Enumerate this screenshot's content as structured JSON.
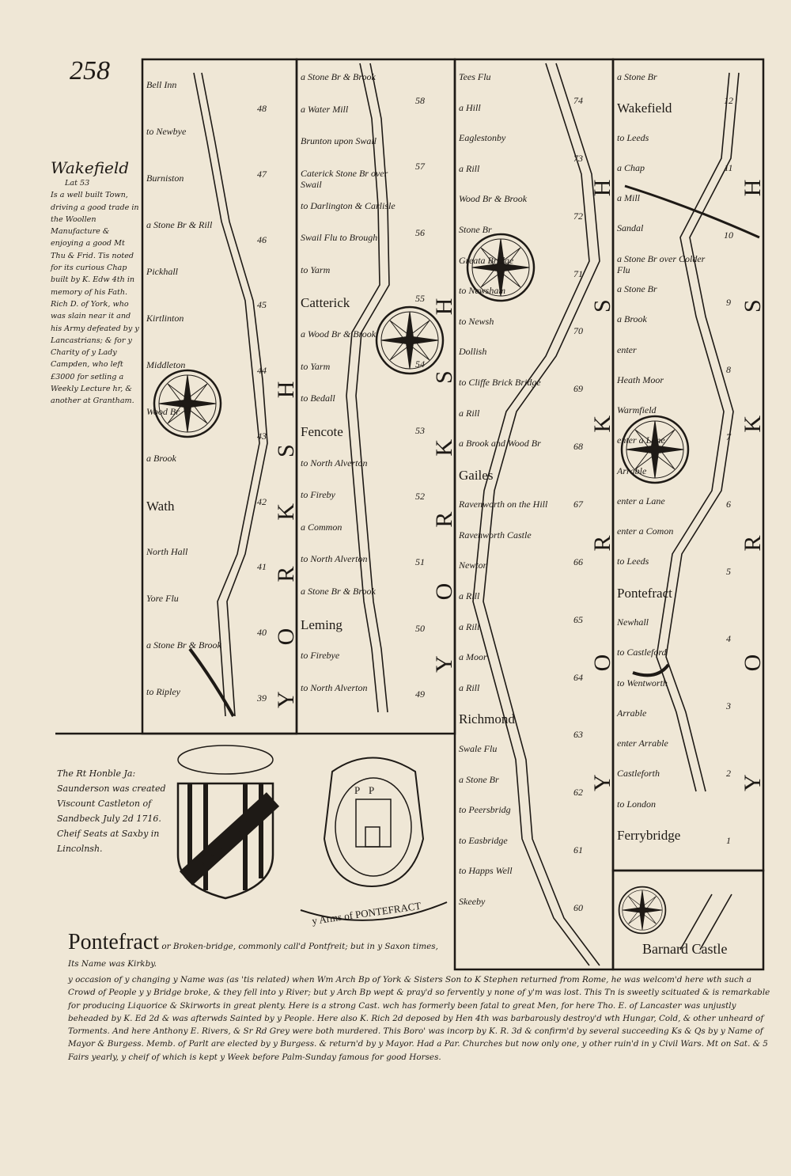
{
  "page_number": "258",
  "colors": {
    "paper": "#efe7d6",
    "ink": "#1e1a16"
  },
  "side_note": {
    "title": "Wakefield",
    "latitude": "Lat 53",
    "text": "Is a well built Town, driving a good trade in the Woollen Manufacture & enjoying a good Mt Thu & Frid. Tis noted for its curious Chap built by K. Edw 4th in memory of his Fath. Rich D. of York, who was slain near it and his Army defeated by y Lancastrians; & for y Charity of y Lady Campden, who left £3000 for setling a Weekly Lecture hr, & another at Grantham."
  },
  "strips": [
    {
      "county": "YORKSH",
      "miles": [
        "48",
        "47",
        "46",
        "45",
        "44",
        "43",
        "42",
        "41",
        "40",
        "39"
      ],
      "places": [
        "Bell Inn",
        "to Newbye",
        "Burniston",
        "a Stone Br & Rill",
        "Pickhall",
        "Kirtlinton",
        "Middleton",
        "Wood Br",
        "a Brook",
        "Wath",
        "North Hall",
        "Yore Flu",
        "a Stone Br & Brook",
        "to Ripley"
      ]
    },
    {
      "county": "YORKSH",
      "miles": [
        "58",
        "57",
        "56",
        "55",
        "54",
        "53",
        "52",
        "51",
        "50",
        "49"
      ],
      "places": [
        "a Stone Br & Brook",
        "a Water Mill",
        "Brunton upon Swail",
        "Caterick Stone Br over Swail",
        "to Darlington & Carlisle",
        "Swail Flu to Brough",
        "to Yarm",
        "Catterick",
        "a Wood Br & Brook",
        "to Yarm",
        "to Bedall",
        "Fencote",
        "to North Alverton",
        "to Fireby",
        "a Common",
        "to North Alverton",
        "a Stone Br & Brook",
        "Leming",
        "to Firebye",
        "to North Alverton"
      ]
    },
    {
      "county": "YORKSH",
      "miles": [
        "74",
        "73",
        "72",
        "71",
        "70",
        "69",
        "68",
        "67",
        "66",
        "65",
        "64",
        "63",
        "62",
        "61",
        "60"
      ],
      "places": [
        "Tees Flu",
        "a Hill",
        "Eaglestonby",
        "a Rill",
        "Wood Br & Brook",
        "Stone Br",
        "Greata Bridge",
        "to Newsham",
        "to Newsh",
        "Dollish",
        "to Cliffe Brick Bridge",
        "a Rill",
        "a Brook and Wood Br",
        "Gailes",
        "Ravenworth on the Hill",
        "Ravenworth Castle",
        "Newton",
        "a Rill",
        "a Rill",
        "a Moor",
        "a Rill",
        "Richmond",
        "Swale Flu",
        "a Stone Br",
        "to Peersbridg",
        "to Easbridge",
        "to Happs Well",
        "Skeeby"
      ]
    },
    {
      "county": "YORKSH",
      "miles": [
        "12",
        "11",
        "10",
        "9",
        "8",
        "7",
        "6",
        "5",
        "4",
        "3",
        "2",
        "1"
      ],
      "places": [
        "a Stone Br",
        "Wakefield",
        "to Leeds",
        "a Chap",
        "a Mill",
        "Sandal",
        "a Stone Br over Colder Flu",
        "a Stone Br",
        "a Brook",
        "enter",
        "Heath Moor",
        "Warmfield",
        "enter a Lane",
        "Arrable",
        "enter a Lane",
        "enter a Comon",
        "to Leeds",
        "Pontefract",
        "Newhall",
        "to Castleford",
        "to Wentworth",
        "Arrable",
        "enter Arrable",
        "Castleforth",
        "to London",
        "Ferrybridge"
      ]
    }
  ],
  "inset": {
    "label": "Barnard Castle"
  },
  "dedication": "The Rt Honble Ja: Saunderson was created Viscount Castleton of Sandbeck July 2d 1716. Cheif Seats at Saxby in Lincolnsh.",
  "arms_label": "y Arms of PONTEFRACT",
  "arms_letters": "P P",
  "pontefract_note": {
    "heading": "Pontefract",
    "intro": "or Broken-bridge, commonly call'd Pontfreit; but in y Saxon times, Its Name was Kirkby.",
    "text": "y occasion of y changing y Name was (as 'tis related) when Wm Arch Bp of York & Sisters Son to K Stephen returned from Rome, he was welcom'd here wth such a Crowd of People y y Bridge broke, & they fell into y River; but y Arch Bp wept & pray'd so fervently y none of y'm was lost. This Tn is sweetly scituated & is remarkable for producing Liquorice & Skirworts in great plenty. Here is a strong Cast. wch has formerly been fatal to great Men, for here Tho. E. of Lancaster was unjustly beheaded by K. Ed 2d & was afterwds Sainted by y People. Here also K. Rich 2d deposed by Hen 4th was barbarously destroy'd wth Hungar, Cold, & other unheard of Torments. And here Anthony E. Rivers, & Sr Rd Grey were both murdered. This Boro' was incorp by K. R. 3d & confirm'd by several succeeding Ks & Qs by y Name of Mayor & Burgess. Memb. of Parlt are elected by y Burgess. & return'd by y Mayor. Had a Par. Churches but now only one, y other ruin'd in y Civil Wars. Mt on Sat. & 5 Fairs yearly, y cheif of which is kept y Week before Palm-Sunday famous for good Horses."
  }
}
